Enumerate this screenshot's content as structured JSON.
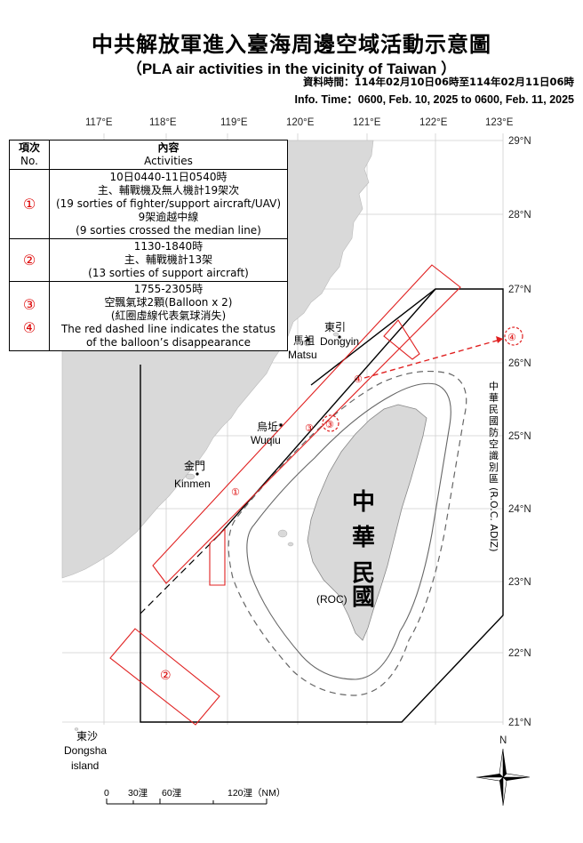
{
  "title_zh": "中共解放軍進入臺海周邊空域活動示意圖",
  "title_en": "（PLA air activities in the vicinity of Taiwan ）",
  "source_zh": "資料時間：114年02月10日06時至114年02月11日06時",
  "source_en": "Info. Time：0600, Feb. 10, 2025 to 0600, Feb. 11, 2025",
  "longitudes": [
    "117°E",
    "118°E",
    "119°E",
    "120°E",
    "121°E",
    "122°E",
    "123°E"
  ],
  "latitudes": [
    "29°N",
    "28°N",
    "27°N",
    "26°N",
    "25°N",
    "24°N",
    "23°N",
    "22°N",
    "21°N"
  ],
  "legend": {
    "header_idx_zh": "項次",
    "header_idx_en": "No.",
    "header_content_zh": "內容",
    "header_content_en": "Activities",
    "rows": [
      {
        "no": "①",
        "lines": [
          "10日0440-11日0540時",
          "主、輔戰機及無人機計19架次",
          "(19 sorties of fighter/support aircraft/UAV)",
          "9架逾越中線",
          "(9 sorties crossed the median line)"
        ]
      },
      {
        "no": "②",
        "lines": [
          "1130-1840時",
          "主、輔戰機計13架",
          "(13 sorties of support aircraft)"
        ]
      },
      {
        "no": "③",
        "lines": [
          "1755-2305時",
          "空飄氣球2顆(Balloon x 2)"
        ]
      },
      {
        "no": "④",
        "lines": [
          "(紅圈虛線代表氣球消失)",
          "The red dashed line indicates the status",
          "of the balloon’s disappearance"
        ]
      }
    ]
  },
  "places": {
    "matsu_zh": "馬祖",
    "matsu_en": "Matsu",
    "dongyin_zh": "東引",
    "dongyin_en": "Dongyin",
    "wuqiu_zh": "烏坵",
    "wuqiu_en": "Wuqiu",
    "kinmen_zh": "金門",
    "kinmen_en": "Kinmen",
    "dongsha_zh": "東沙",
    "dongsha_en_1": "Dongsha",
    "dongsha_en_2": "island",
    "roc_zh_chars": [
      "中",
      "華",
      "民",
      "國"
    ],
    "roc_en": "(ROC)"
  },
  "adiz_label_zh_chars": [
    "中",
    "華",
    "民",
    "國",
    "防",
    "空",
    "識",
    "別",
    "區"
  ],
  "adiz_label_en": "(R.O.C. ADIZ)",
  "markers": {
    "m1": "①",
    "m2": "②",
    "m3": "③",
    "m4": "④"
  },
  "scale": {
    "labels": [
      "0",
      "30浬",
      "60浬",
      "120浬（NM）"
    ]
  },
  "north": "N",
  "colors": {
    "track": "#e02020",
    "land": "#d9d9d9",
    "border": "#000000"
  }
}
